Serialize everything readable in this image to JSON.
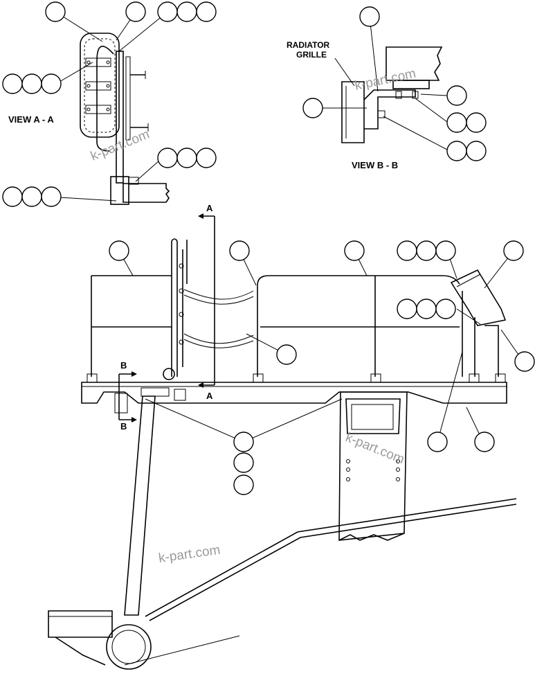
{
  "labels": {
    "view_a": "VIEW A - A",
    "view_b": "VIEW B - B",
    "radiator_line1": "RADIATOR",
    "radiator_line2": "GRILLE",
    "section_a_top": "A",
    "section_a_bottom": "A",
    "section_b_top": "B",
    "section_b_bottom": "B"
  },
  "watermarks": [
    "k-part.com",
    "k-part.com",
    "k-part.com",
    "k-part.com"
  ]
}
